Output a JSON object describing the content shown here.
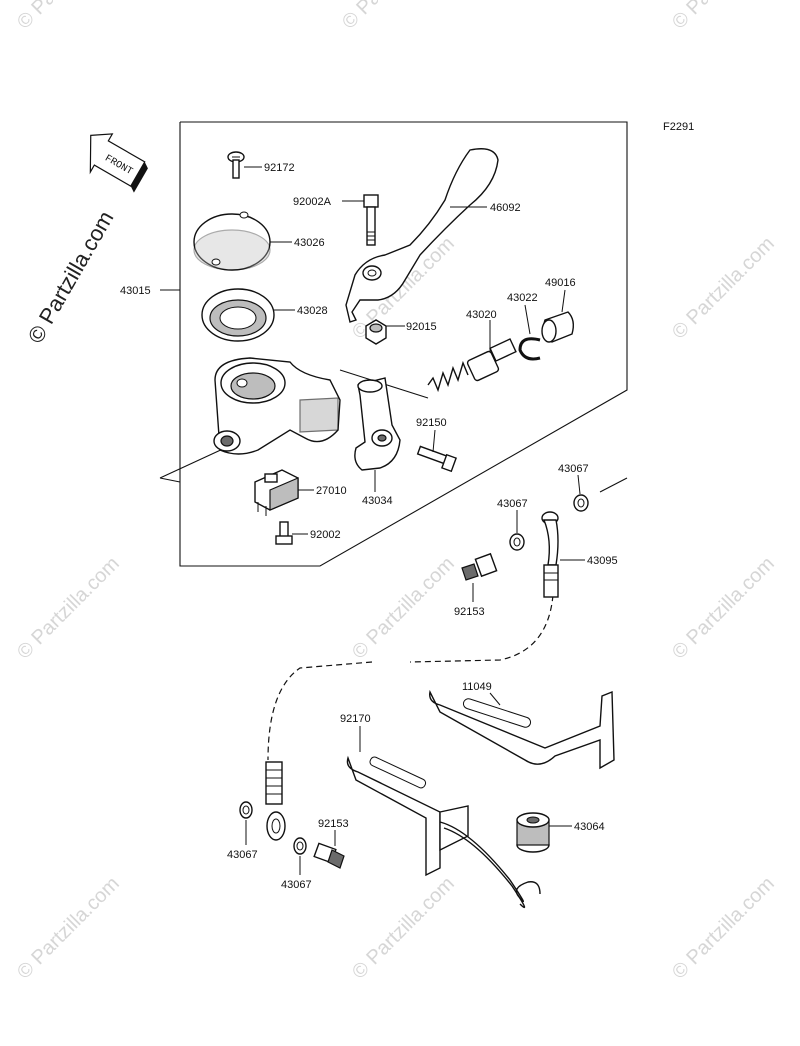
{
  "figure_code": "F2291",
  "front_marker": "FRONT",
  "watermark": {
    "text": "© Partzilla.com",
    "brand": "© Partzilla.com"
  },
  "parts": {
    "p92172": "92172",
    "p92002A": "92002A",
    "p46092": "46092",
    "p43026": "43026",
    "p43015": "43015",
    "p43028": "43028",
    "p92015": "92015",
    "p49016": "49016",
    "p43022": "43022",
    "p43020": "43020",
    "p92150": "92150",
    "p27010": "27010",
    "p43034": "43034",
    "p92002": "92002",
    "p43067_a": "43067",
    "p43067_b": "43067",
    "p43095": "43095",
    "p92153_a": "92153",
    "p11049": "11049",
    "p92170": "92170",
    "p43064": "43064",
    "p92153_b": "92153",
    "p43067_c": "43067",
    "p43067_d": "43067"
  }
}
